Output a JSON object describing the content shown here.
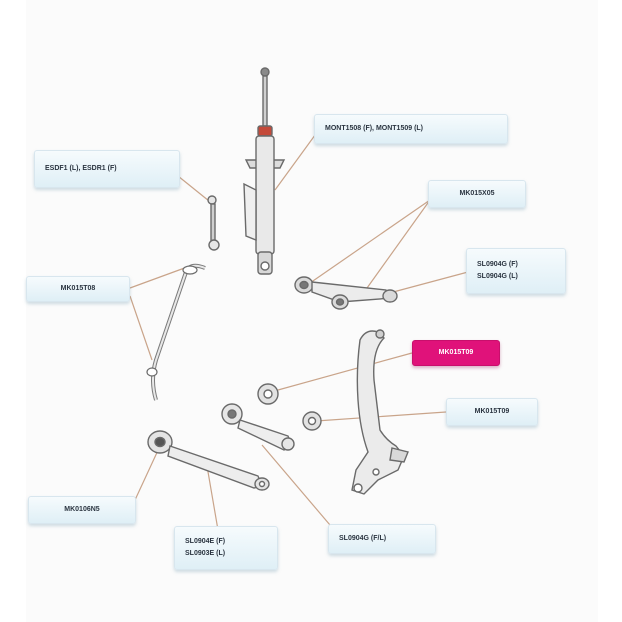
{
  "diagram": {
    "colors": {
      "highlight": "#e0127a",
      "callout": "#e3f1f7",
      "leader_line": "#c9a48a",
      "part_stroke": "#6a6a6a"
    },
    "callouts": {
      "front_strut": {
        "lines": [
          "MONT1508 (F), MONT1509 (L)"
        ],
        "highlight": false
      },
      "stabilizer_link": {
        "lines": [
          "ESDF1 (L), ESDR1 (F)"
        ],
        "highlight": false
      },
      "upper_arm_bushing": {
        "lines": [
          "MK015X05"
        ],
        "highlight": false
      },
      "upper_control_arms": {
        "lines": [
          "SL0904G (F)",
          "SL0904G (L)"
        ],
        "highlight": false
      },
      "stabilizer_bar": {
        "lines": [
          "MK015T08"
        ],
        "highlight": false
      },
      "knuckle_bushing_highlight": {
        "lines": [
          "MK015T09"
        ],
        "highlight": true
      },
      "knuckle_bushing": {
        "lines": [
          "MK015T09"
        ],
        "highlight": false
      },
      "lower_arm_bushing": {
        "lines": [
          "MK0106N5"
        ],
        "highlight": false
      },
      "lower_control_arms": {
        "lines": [
          "SL0904E (F)",
          "SL0903E (L)"
        ],
        "highlight": false
      },
      "toe_link": {
        "lines": [
          "SL0904G (F/L)"
        ],
        "highlight": false
      }
    }
  }
}
